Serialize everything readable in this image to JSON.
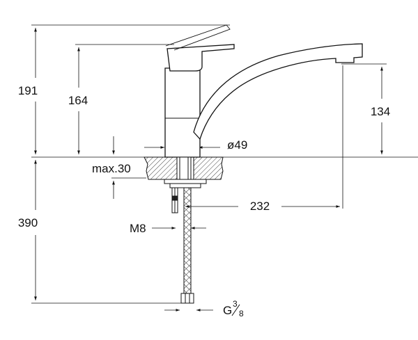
{
  "dimensions": {
    "height_above_deck": "191",
    "lever_height": "164",
    "spout_height": "134",
    "body_diameter": "ø49",
    "max_deck_thickness": "max.30",
    "spout_reach": "232",
    "length_below_deck": "390",
    "stud_thread": "M8",
    "hose_connection": "G",
    "hose_connection_num": "3",
    "hose_connection_den": "8"
  },
  "colors": {
    "line": "#111111",
    "hatch": "#444444"
  }
}
